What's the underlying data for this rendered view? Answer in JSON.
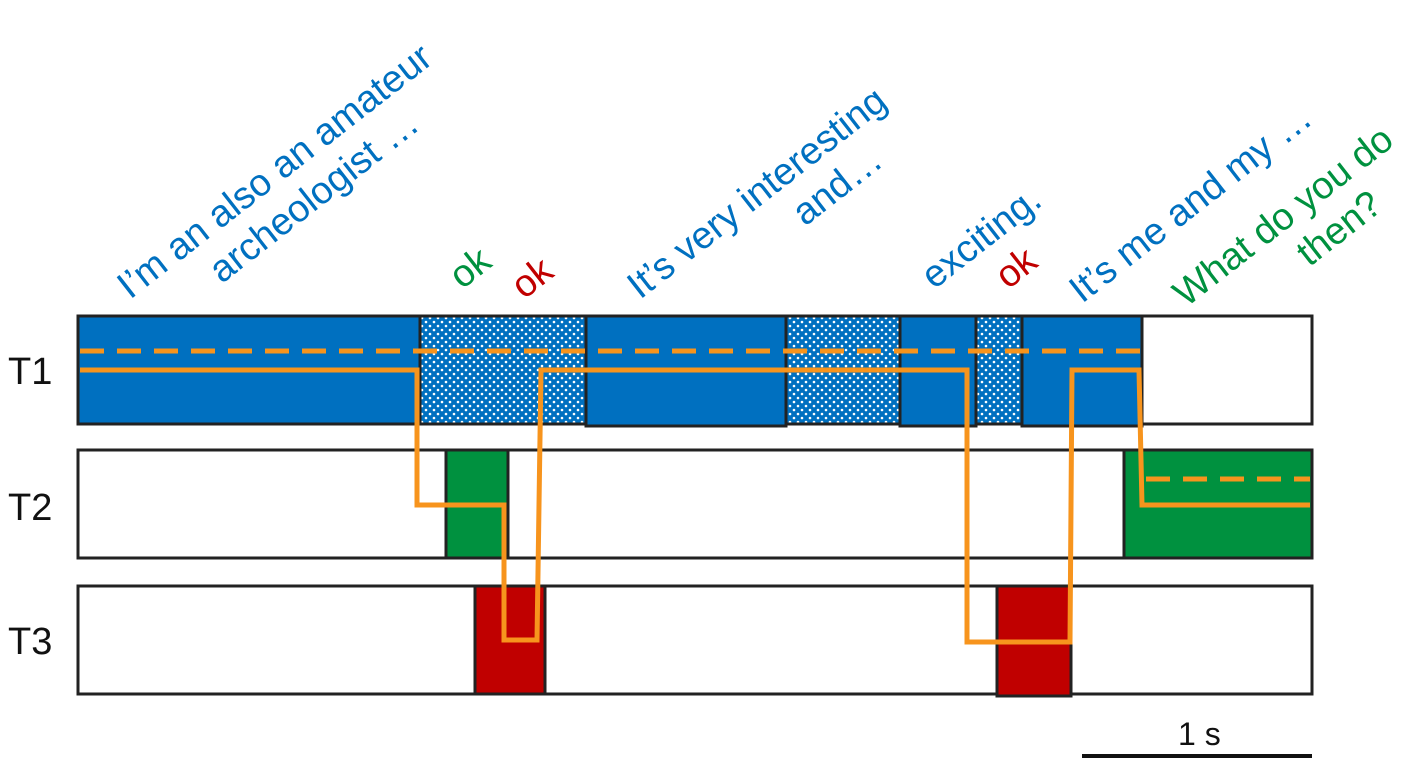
{
  "colors": {
    "speaker_t1": "#0070C0",
    "speaker_t2": "#00913F",
    "speaker_t3": "#C00000",
    "gaze": "#F7941D",
    "outline": "#222222",
    "dots": "#ffffff"
  },
  "tracks": [
    {
      "id": "T1",
      "label": "T1",
      "color_key": "speaker_t1"
    },
    {
      "id": "T2",
      "label": "T2",
      "color_key": "speaker_t2"
    },
    {
      "id": "T3",
      "label": "T3",
      "color_key": "speaker_t3"
    }
  ],
  "utterances": [
    {
      "speaker": "T1",
      "lines": [
        "I’m an also an amateur",
        "archeologist …"
      ]
    },
    {
      "speaker": "T2",
      "lines": [
        "ok"
      ]
    },
    {
      "speaker": "T3",
      "lines": [
        "ok"
      ]
    },
    {
      "speaker": "T1",
      "lines": [
        "It’s very interesting",
        "and…"
      ]
    },
    {
      "speaker": "T1",
      "lines": [
        "exciting."
      ]
    },
    {
      "speaker": "T3",
      "lines": [
        "ok"
      ]
    },
    {
      "speaker": "T1",
      "lines": [
        "It’s me and my …"
      ]
    },
    {
      "speaker": "T2",
      "lines": [
        "What do you do",
        "then?"
      ]
    }
  ],
  "scale_bar": {
    "label": "1 s"
  }
}
